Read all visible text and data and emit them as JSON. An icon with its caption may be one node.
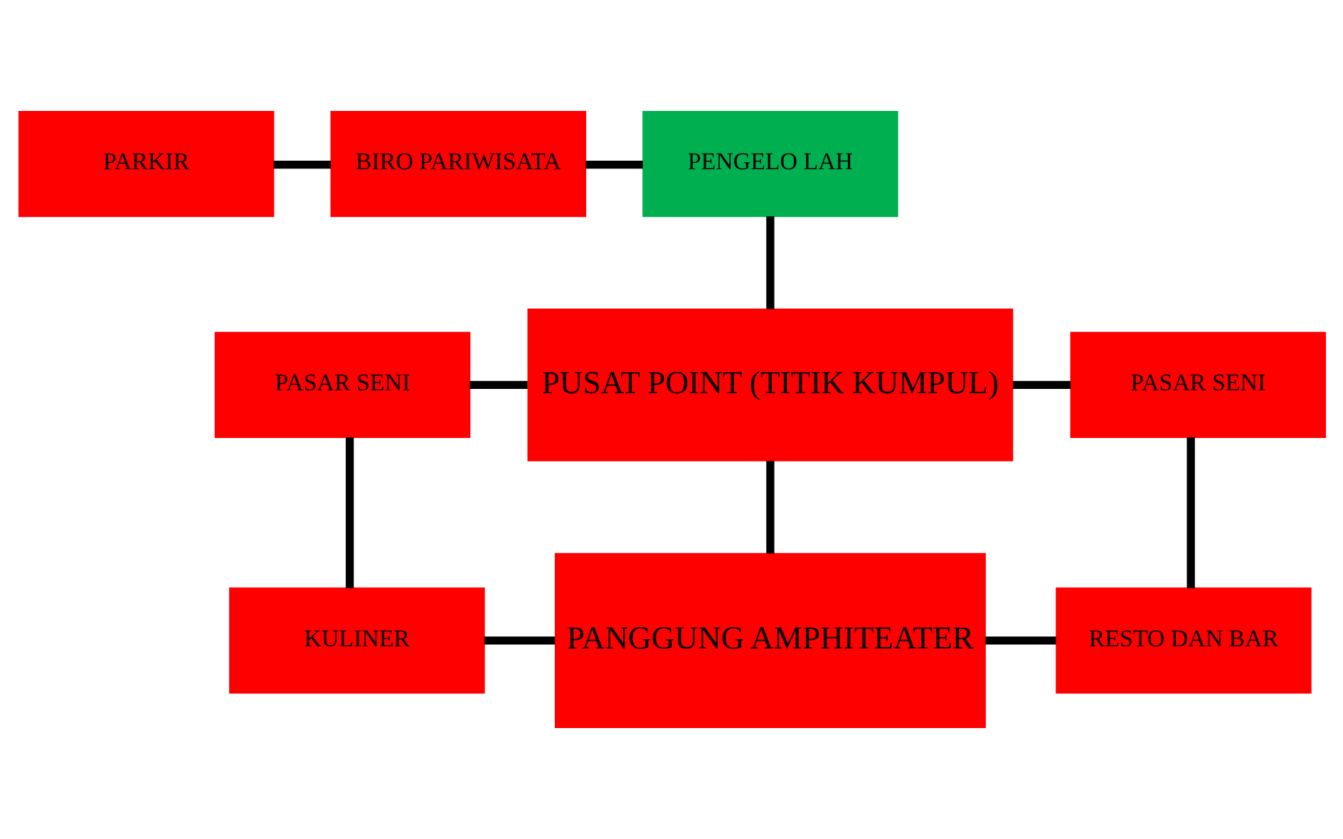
{
  "diagram": {
    "nodes": [
      {
        "text": [
          "PARKIR"
        ]
      },
      {
        "text": [
          "BIRO PARIWISATA"
        ]
      },
      {
        "text": [
          "PENGELO LAH"
        ]
      },
      {
        "text": [
          "PUSAT POINT (TITIK KUMPUL)"
        ]
      },
      {
        "text": [
          "PASAR SENI"
        ]
      },
      {
        "text": [
          "PASAR SENI"
        ]
      },
      {
        "text": [
          "KULINER"
        ]
      },
      {
        "text": [
          "PANGGUNG AMPHITEATER"
        ]
      },
      {
        "text": [
          "RESTO DAN BAR"
        ]
      }
    ],
    "edges": [
      {
        "from": 0,
        "to": 1,
        "arrow": "none"
      },
      {
        "from": 1,
        "to": 2,
        "arrow": "none"
      },
      {
        "from": 2,
        "to": 3,
        "arrow": "none"
      },
      {
        "from": 4,
        "to": 3,
        "arrow": "none"
      },
      {
        "from": 3,
        "to": 5,
        "arrow": "none"
      },
      {
        "from": 4,
        "to": 6,
        "arrow": "none"
      },
      {
        "from": 3,
        "to": 7,
        "arrow": "none"
      },
      {
        "from": 5,
        "to": 8,
        "arrow": "none"
      },
      {
        "from": 6,
        "to": 7,
        "arrow": "none"
      },
      {
        "from": 7,
        "to": 8,
        "arrow": "none"
      }
    ]
  }
}
